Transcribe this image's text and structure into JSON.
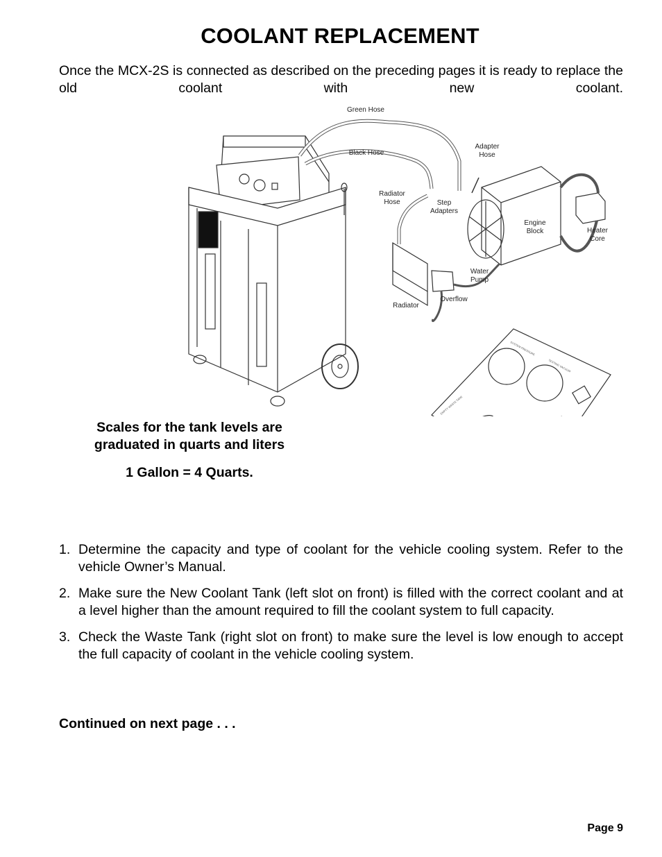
{
  "page": {
    "title": "COOLANT REPLACEMENT",
    "intro": "Once the MCX-2S is connected as described on the preceding pages it is ready to replace the old coolant with new coolant.",
    "scales_line1": "Scales for the tank levels are",
    "scales_line2": "graduated in quarts and liters",
    "gallon_note": "1 Gallon = 4 Quarts.",
    "steps": [
      {
        "num": "1.",
        "text": "Determine the capacity and type of coolant for the vehicle cooling system. Refer to the vehicle Owner’s Manual."
      },
      {
        "num": "2.",
        "text": "Make sure the New Coolant Tank (left slot on front) is filled with the correct coolant and at a level higher than the amount required to fill the coolant system to full capacity."
      },
      {
        "num": "3.",
        "text": "Check the Waste Tank (right slot on front) to make sure the level is low enough to accept the full capacity of coolant in the vehicle cooling system."
      }
    ],
    "continued": "Continued on next page . . .",
    "page_number": "Page 9"
  },
  "diagram": {
    "labels": {
      "green_hose": "Green Hose",
      "black_hose": "Black Hose",
      "adapter_hose_1": "Adapter",
      "adapter_hose_2": "Hose",
      "radiator_hose_1": "Radiator",
      "radiator_hose_2": "Hose",
      "step_adapters_1": "Step",
      "step_adapters_2": "Adapters",
      "engine_block_1": "Engine",
      "engine_block_2": "Block",
      "heater_core_1": "Heater",
      "heater_core_2": "Core",
      "water_pump_1": "Water",
      "water_pump_2": "Pump",
      "overflow": "Overflow",
      "radiator": "Radiator"
    }
  }
}
